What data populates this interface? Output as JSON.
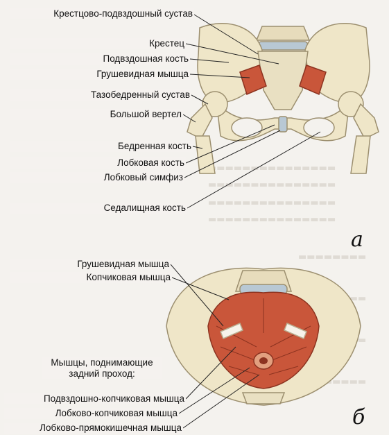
{
  "figure_a": {
    "letter": "а",
    "labels": [
      {
        "key": "sacroiliac",
        "text": "Крестцово-подвздошный сустав"
      },
      {
        "key": "sacrum",
        "text": "Крестец"
      },
      {
        "key": "ilium",
        "text": "Подвздошная кость"
      },
      {
        "key": "piriformis",
        "text": "Грушевидная мышца"
      },
      {
        "key": "hip_joint",
        "text": "Тазобедренный сустав"
      },
      {
        "key": "trochanter",
        "text": "Большой вертел"
      },
      {
        "key": "femur",
        "text": "Бедренная кость"
      },
      {
        "key": "pubic_bone",
        "text": "Лобковая кость"
      },
      {
        "key": "symphysis",
        "text": "Лобковый симфиз"
      },
      {
        "key": "ischium",
        "text": "Седалищная кость"
      }
    ]
  },
  "figure_b": {
    "letter": "б",
    "labels": [
      {
        "key": "piriformis",
        "text": "Грушевидная мышца"
      },
      {
        "key": "coccygeus",
        "text": "Копчиковая мышца"
      },
      {
        "key": "levator_group",
        "text": "Мышцы, поднимающие\nзадний проход:"
      },
      {
        "key": "iliococcygeus",
        "text": "Подвздошно-копчиковая мышца"
      },
      {
        "key": "pubococcygeus",
        "text": "Лобково-копчиковая мышца"
      },
      {
        "key": "puborectalis",
        "text": "Лобково-прямокишечная мышца"
      }
    ]
  },
  "colors": {
    "bone": "#efe6c8",
    "bone_outline": "#9c8f6f",
    "muscle": "#c9563a",
    "disc": "#b8c8d4"
  }
}
